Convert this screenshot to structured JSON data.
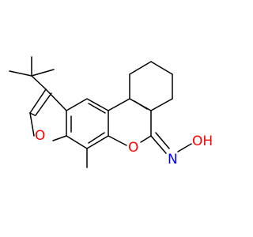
{
  "molecule": {
    "atoms": [
      {
        "id": "o-furan",
        "symbol": "O",
        "color": "#ff0000"
      },
      {
        "id": "o-pyran",
        "symbol": "O",
        "color": "#ff0000"
      },
      {
        "id": "n-oxime",
        "symbol": "N",
        "color": "#0000ff"
      },
      {
        "id": "oh-oxime",
        "symbol": "OH",
        "color": "#ff0000"
      }
    ],
    "bond_color": "#000000",
    "background": "#ffffff"
  }
}
